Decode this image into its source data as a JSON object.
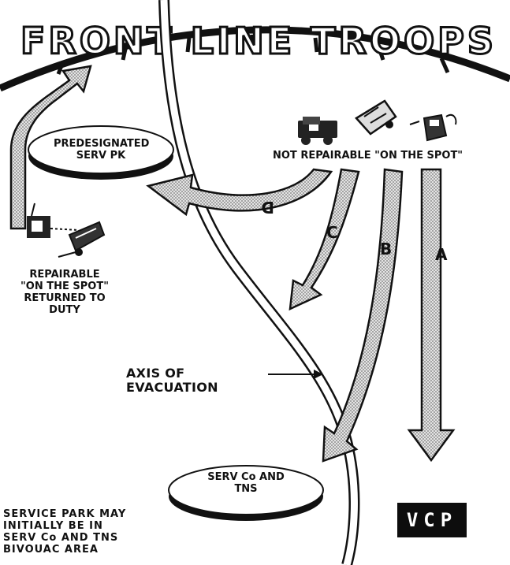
{
  "title": "FRONT LINE TROOPS",
  "labels": {
    "predesignated_park": "PREDESIGNATED SERV PK",
    "not_repairable": "NOT REPAIRABLE \"ON THE SPOT\"",
    "repairable": "REPAIRABLE \"ON THE SPOT\" RETURNED TO DUTY",
    "axis_of_evacuation": "AXIS OF EVACUATION",
    "serv_co": "SERV Co AND TNS",
    "service_park_note": "SERVICE PARK MAY INITIALLY BE IN SERV Co AND TNS BIVOUAC AREA",
    "vcp": "VCP"
  },
  "routes": [
    "A",
    "B",
    "C",
    "D"
  ],
  "icons": [
    "truck-icon",
    "wrecked-vehicle-icon",
    "jeep-icon",
    "tank-icon",
    "recovery-vehicle-icon"
  ],
  "colors": {
    "ink": "#111111",
    "arrow_fill": "#c9c9c9",
    "background": "#ffffff"
  }
}
